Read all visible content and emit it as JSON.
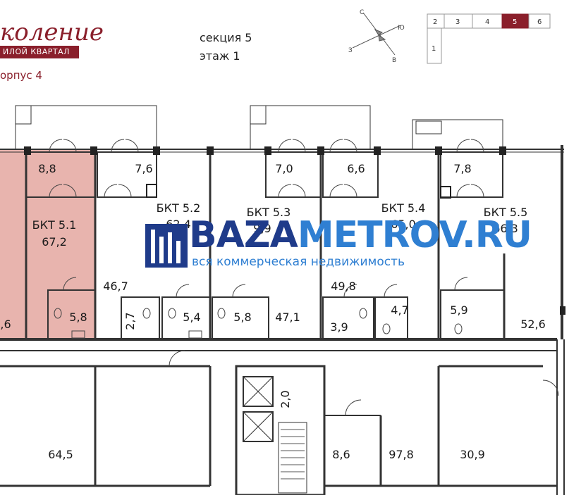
{
  "header": {
    "brand": "коление",
    "brand_subtitle": "ИЛОЙ КВАРТАЛ",
    "building": "орпус 4",
    "section": "секция 5",
    "floor": "этаж 1"
  },
  "compass": {
    "letters": [
      "С",
      "Ю",
      "З",
      "В"
    ]
  },
  "section_map": {
    "sections": [
      "2",
      "3",
      "4",
      "5",
      "6",
      "1"
    ],
    "highlighted": "5",
    "highlight_color": "#8a1f2b"
  },
  "units": [
    {
      "name": "БКТ 5.1",
      "area": "67,2"
    },
    {
      "name": "БКТ 5.2",
      "area": "62,4"
    },
    {
      "name": "БКТ 5.3",
      "area": "9,9"
    },
    {
      "name": "БКТ 5.4",
      "area": "65,0"
    },
    {
      "name": "БКТ 5.5",
      "area": "66,3"
    }
  ],
  "rooms": {
    "r1": "8,8",
    "r2": "7,6",
    "r3": "7,0",
    "r4": "6,6",
    "r5": "7,8",
    "r6": "5,8",
    "r7": "46,7",
    "r8": "2,7",
    "r9": "5,4",
    "r10": "5,8",
    "r11": "47,1",
    "r12": "49,8",
    "r13": "4,7",
    "r14": "3,9",
    "r15": "5,9",
    "r16": "52,6",
    "r17": ",6",
    "r18": "64,5",
    "r19": "2,0",
    "r20": "8,6",
    "r21": "97,8",
    "r22": "30,9"
  },
  "watermark": {
    "part1": "BAZA",
    "part2": "METROV.RU",
    "subtitle": "вся коммерческая недвижимость"
  },
  "colors": {
    "highlight_fill": "#e8b4ae",
    "wall": "#333333",
    "brand": "#8a1f2b"
  }
}
